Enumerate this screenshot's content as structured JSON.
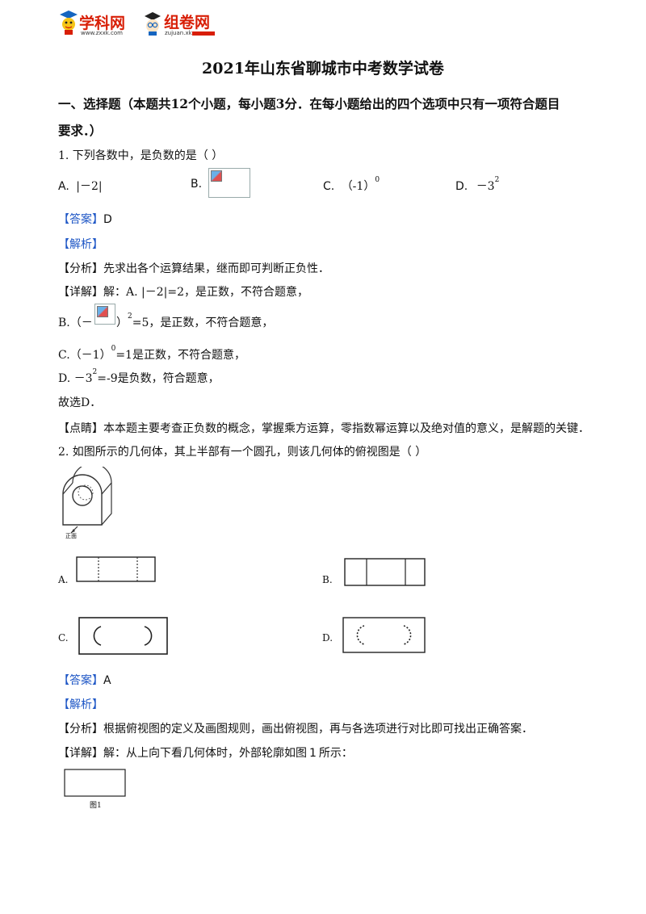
{
  "header": {
    "logo1_text": "学科网",
    "logo1_url": "www.zxxk.com",
    "logo2_text": "组卷网",
    "logo2_url": "zujuan.xkw.com"
  },
  "title": "2021年山东省聊城市中考数学试卷",
  "section1": {
    "line1": "一、选择题（本题共12个小题，每小题3分．在每小题给出的四个选项中只有一项符合题目",
    "line2": "要求．）"
  },
  "q1": {
    "stem": "1. 下列各数中，是负数的是（    ）",
    "optA_label": "A.",
    "optA_text": "|－2|",
    "optB_label": "B.",
    "optC_label": "C.",
    "optC_text": "（-1）",
    "optC_exp": "0",
    "optD_label": "D.",
    "optD_text": "－3",
    "optD_exp": "2",
    "answer_tag": "【答案】",
    "answer": "D",
    "analysis_tag": "【解析】",
    "fenxi_tag": "【分析】",
    "fenxi": "先求出各个运算结果，继而即可判断正负性．",
    "xiangjie_tag": "【详解】",
    "xiangjie": "解：A. |－2|=2，是正数，不符合题意，",
    "lineB_a": "B.（－",
    "lineB_exp": "2",
    "lineB_b": "=5，是正数，不符合题意，",
    "lineB_paren": "）",
    "lineC_a": "C.（－1）",
    "lineC_exp": "0",
    "lineC_b": "=1是正数，不符合题意，",
    "lineD_a": "D. －3",
    "lineD_exp": "2",
    "lineD_b": "=-9是负数，符合题意，",
    "conclusion": "故选D．",
    "dianjing_tag": "【点睛】",
    "dianjing": "本本题主要考查正负数的概念，掌握乘方运算，零指数幂运算以及绝对值的意义，是解题的关键．"
  },
  "q2": {
    "stem": "2. 如图所示的几何体，其上半部有一个圆孔，则该几何体的俯视图是（        ）",
    "front_label": "正面",
    "optA_label": "A.",
    "optB_label": "B.",
    "optC_label": "C.",
    "optD_label": "D.",
    "answer_tag": "【答案】",
    "answer": "A",
    "analysis_tag": "【解析】",
    "fenxi_tag": "【分析】",
    "fenxi": "根据俯视图的定义及画图规则，画出俯视图，再与各选项进行对比即可找出正确答案．",
    "xiangjie_tag": "【详解】",
    "xiangjie_a": "解：从上向下看几何体时，外部轮廓如图",
    "xiangjie_num": "1",
    "xiangjie_b": "所示：",
    "fig1_label": "图1"
  },
  "colors": {
    "tag": "#1f57c6",
    "logo_red": "#d81e06",
    "logo_blue": "#1565c0"
  }
}
